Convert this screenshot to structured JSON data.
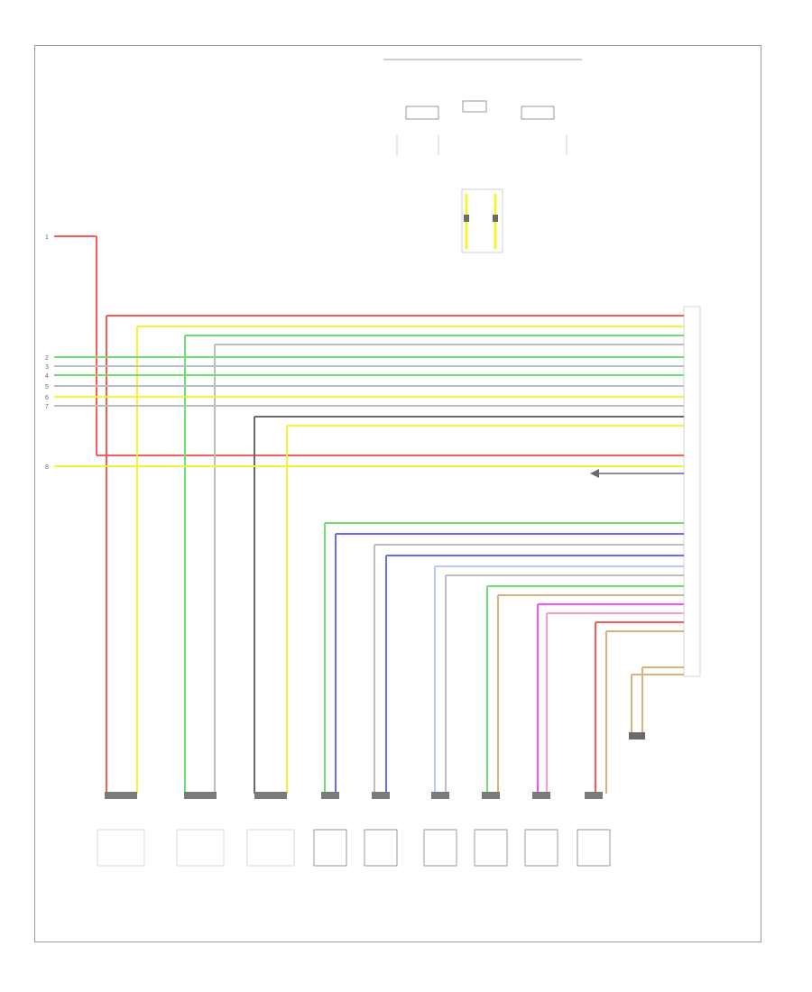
{
  "diagram": {
    "footer_code": "",
    "top_components": [
      {
        "id": "c1",
        "label": ""
      },
      {
        "id": "c2",
        "label": ""
      },
      {
        "id": "c3",
        "label": ""
      },
      {
        "id": "c4",
        "label": ""
      }
    ],
    "left_pins": [
      "1",
      "2",
      "3",
      "4",
      "5",
      "6",
      "7",
      "8"
    ],
    "right_connector_label": "",
    "right_block_label": "",
    "center_connector_label": "",
    "bottom_components": [
      {
        "id": "b1",
        "label": ""
      },
      {
        "id": "b2",
        "label": ""
      },
      {
        "id": "b3",
        "label": ""
      },
      {
        "id": "b4",
        "label": ""
      },
      {
        "id": "b5",
        "label": ""
      },
      {
        "id": "b6",
        "label": ""
      },
      {
        "id": "b7",
        "label": ""
      },
      {
        "id": "b8",
        "label": ""
      },
      {
        "id": "b9",
        "label": ""
      },
      {
        "id": "b10",
        "label": ""
      }
    ],
    "colors": {
      "red": "#ff5a5a",
      "yellow": "#f4f430",
      "green": "#6ee06e",
      "gray": "#bdbdbd",
      "dark": "#6a6a6a",
      "blue": "#6a6aff",
      "light_blue": "#b8c8ff",
      "brown": "#d9b27a",
      "magenta": "#ff4cff",
      "pink": "#ff9acb"
    }
  }
}
